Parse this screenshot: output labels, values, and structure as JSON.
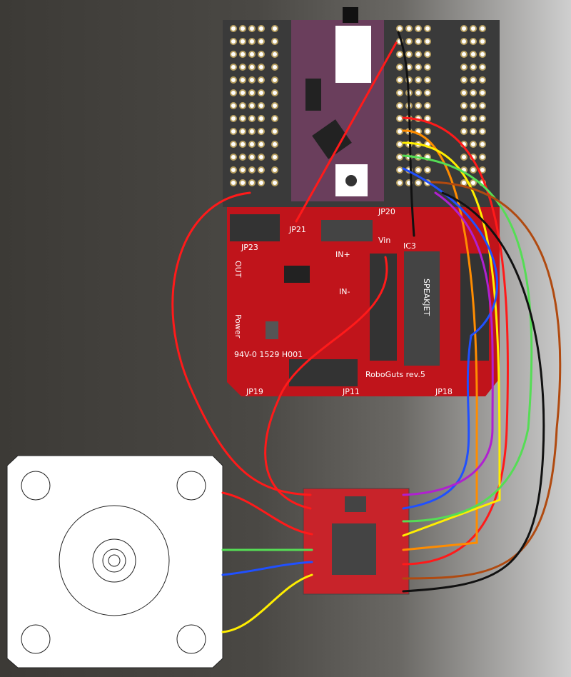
{
  "board": {
    "labels": {
      "jp23": "JP23",
      "jp21": "JP21",
      "jp20": "JP20",
      "vin": "Vin",
      "ic3": "IC3",
      "chip": "SPEAKJET",
      "out": "OUT",
      "in_plus": "IN+",
      "in_minus": "IN-",
      "power": "Power",
      "jp19": "JP19",
      "jp11": "JP11",
      "jp18": "JP18",
      "rev": "RoboGuts rev.5",
      "rating": "94V-0 1529 H001"
    }
  },
  "colors": {
    "pcb": "#c0141b",
    "driver": "#c8232a",
    "wire_red": "#ff1a1a",
    "wire_black": "#111111",
    "wire_orange": "#ff8c00",
    "wire_yellow": "#ffee00",
    "wire_green": "#55dd55",
    "wire_blue": "#2050ff",
    "wire_purple": "#b020d0",
    "wire_brown": "#b04a10"
  }
}
